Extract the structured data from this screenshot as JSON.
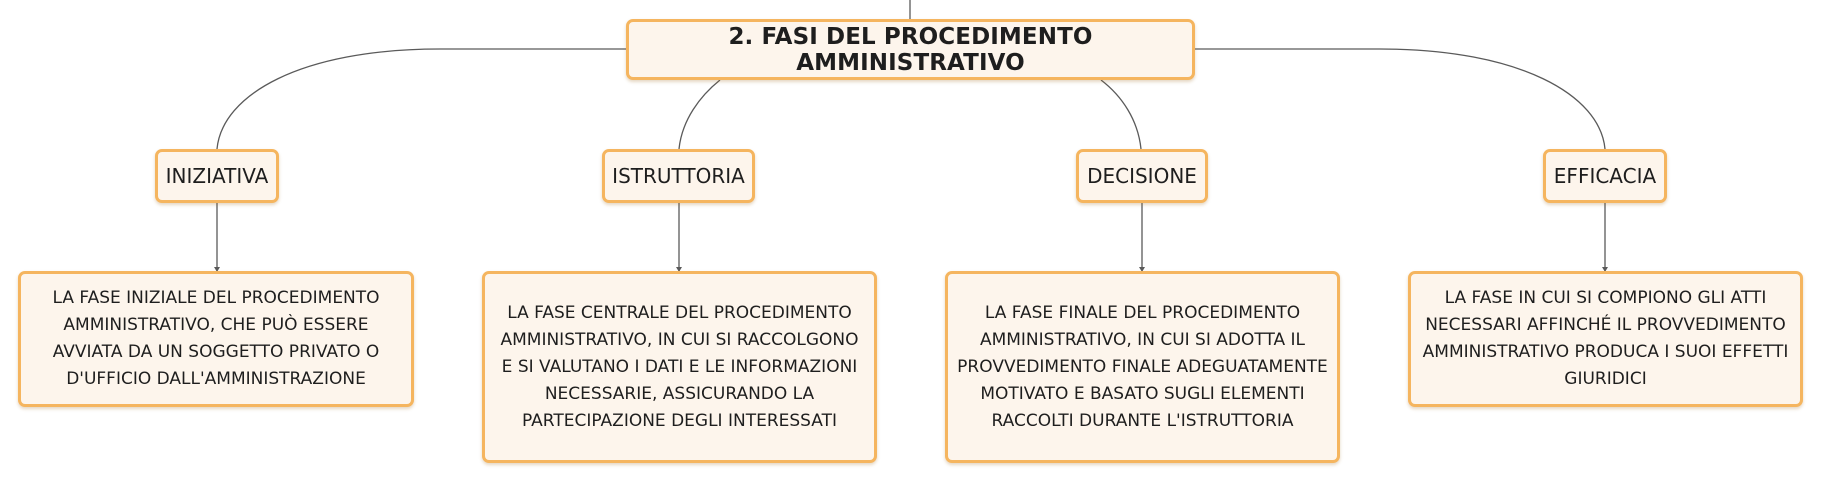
{
  "colors": {
    "node_border": "#f5b55f",
    "node_fill": "#fdf5ec",
    "connector": "#5a5a5a",
    "text": "#1e1e1e"
  },
  "root": {
    "title": "2. FASI DEL PROCEDIMENTO AMMINISTRATIVO"
  },
  "phases": [
    {
      "label": "INIZIATIVA",
      "description": "LA FASE INIZIALE DEL PROCEDIMENTO AMMINISTRATIVO, CHE PUÒ ESSERE AVVIATA DA UN SOGGETTO PRIVATO O D'UFFICIO DALL'AMMINISTRAZIONE"
    },
    {
      "label": "ISTRUTTORIA",
      "description": "LA FASE CENTRALE DEL PROCEDIMENTO AMMINISTRATIVO, IN CUI SI RACCOLGONO E SI VALUTANO I DATI E LE INFORMAZIONI NECESSARIE, ASSICURANDO LA PARTECIPAZIONE DEGLI INTERESSATI"
    },
    {
      "label": "DECISIONE",
      "description": "LA FASE FINALE DEL PROCEDIMENTO AMMINISTRATIVO, IN CUI SI ADOTTA IL PROVVEDIMENTO FINALE ADEGUATAMENTE MOTIVATO E BASATO SUGLI ELEMENTI RACCOLTI DURANTE L'ISTRUTTORIA"
    },
    {
      "label": "EFFICACIA",
      "description": "LA FASE IN CUI SI COMPIONO GLI ATTI NECESSARI AFFINCHÉ IL PROVVEDIMENTO AMMINISTRATIVO PRODUCA I SUOI EFFETTI GIURIDICI"
    }
  ]
}
